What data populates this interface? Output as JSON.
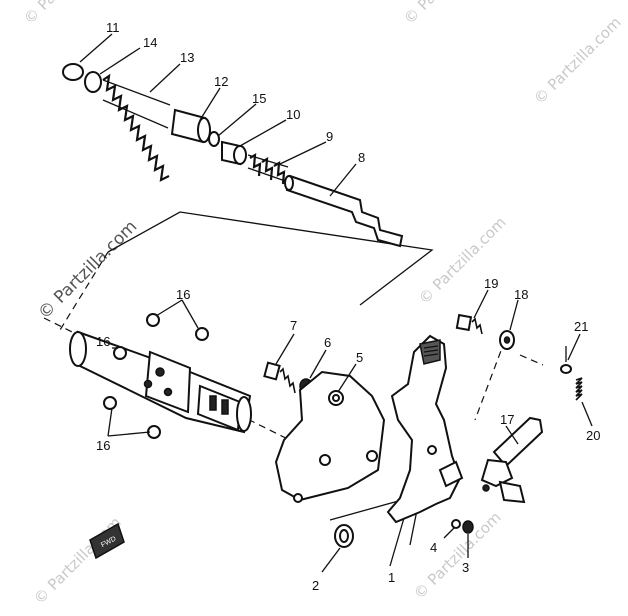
{
  "watermark": "© Partzilla.com",
  "callouts": {
    "c1": "1",
    "c2": "2",
    "c3": "3",
    "c4": "4",
    "c5": "5",
    "c6": "6",
    "c7": "7",
    "c8": "8",
    "c9": "9",
    "c10": "10",
    "c11": "11",
    "c12": "12",
    "c13": "13",
    "c14": "14",
    "c15": "15",
    "c16a": "16",
    "c16b": "16",
    "c16c": "16",
    "c17": "17",
    "c18": "18",
    "c19": "19",
    "c20": "20",
    "c21": "21"
  },
  "badge_text": "FWD"
}
